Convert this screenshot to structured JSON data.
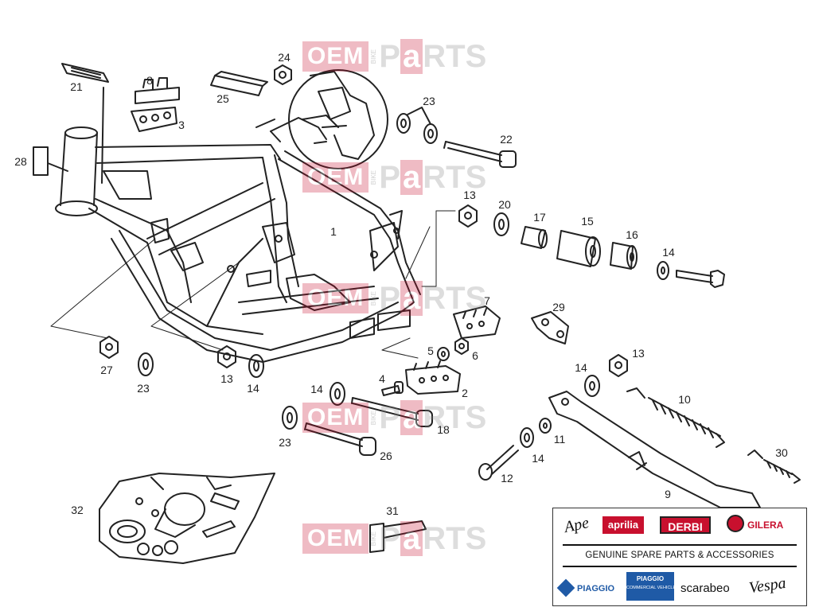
{
  "watermark": {
    "oem": "OEM",
    "bike": "BIKE",
    "p": "P",
    "a": "a",
    "rts": "RTS"
  },
  "callouts": [
    {
      "id": "c21",
      "text": "21"
    },
    {
      "id": "c8",
      "text": "8"
    },
    {
      "id": "c3",
      "text": "3"
    },
    {
      "id": "c25",
      "text": "25"
    },
    {
      "id": "c24",
      "text": "24"
    },
    {
      "id": "c23a",
      "text": "23"
    },
    {
      "id": "c22",
      "text": "22"
    },
    {
      "id": "c28",
      "text": "28"
    },
    {
      "id": "c13a",
      "text": "13"
    },
    {
      "id": "c20",
      "text": "20"
    },
    {
      "id": "c17",
      "text": "17"
    },
    {
      "id": "c15",
      "text": "15"
    },
    {
      "id": "c16",
      "text": "16"
    },
    {
      "id": "c14a",
      "text": "14"
    },
    {
      "id": "c1",
      "text": "1"
    },
    {
      "id": "c7",
      "text": "7"
    },
    {
      "id": "c29",
      "text": "29"
    },
    {
      "id": "c13b",
      "text": "13"
    },
    {
      "id": "c5",
      "text": "5"
    },
    {
      "id": "c6",
      "text": "6"
    },
    {
      "id": "c27",
      "text": "27"
    },
    {
      "id": "c23b",
      "text": "23"
    },
    {
      "id": "c13c",
      "text": "13"
    },
    {
      "id": "c14b",
      "text": "14"
    },
    {
      "id": "c4",
      "text": "4"
    },
    {
      "id": "c14c",
      "text": "14"
    },
    {
      "id": "c2",
      "text": "2"
    },
    {
      "id": "c14d",
      "text": "14"
    },
    {
      "id": "c10",
      "text": "10"
    },
    {
      "id": "c18",
      "text": "18"
    },
    {
      "id": "c23c",
      "text": "23"
    },
    {
      "id": "c26",
      "text": "26"
    },
    {
      "id": "c11",
      "text": "11"
    },
    {
      "id": "c14e",
      "text": "14"
    },
    {
      "id": "c12",
      "text": "12"
    },
    {
      "id": "c30",
      "text": "30"
    },
    {
      "id": "c9",
      "text": "9"
    },
    {
      "id": "c32",
      "text": "32"
    },
    {
      "id": "c31",
      "text": "31"
    }
  ],
  "brands": {
    "ape": "Ape",
    "aprilia": "aprilia",
    "derbi": "DERBI",
    "gilera": "GILERA",
    "genuine": "GENUINE SPARE PARTS & ACCESSORIES",
    "piaggio": "PIAGGIO",
    "piaggio_cv_top": "PIAGGIO",
    "piaggio_cv_bottom": "COMMERCIAL VEHICLES",
    "scarabeo": "scarabeo",
    "vespa": "Vespa"
  },
  "colors": {
    "brand_red": "#c8102e",
    "line": "#222222",
    "piaggio_blue": "#1f5aa6"
  }
}
